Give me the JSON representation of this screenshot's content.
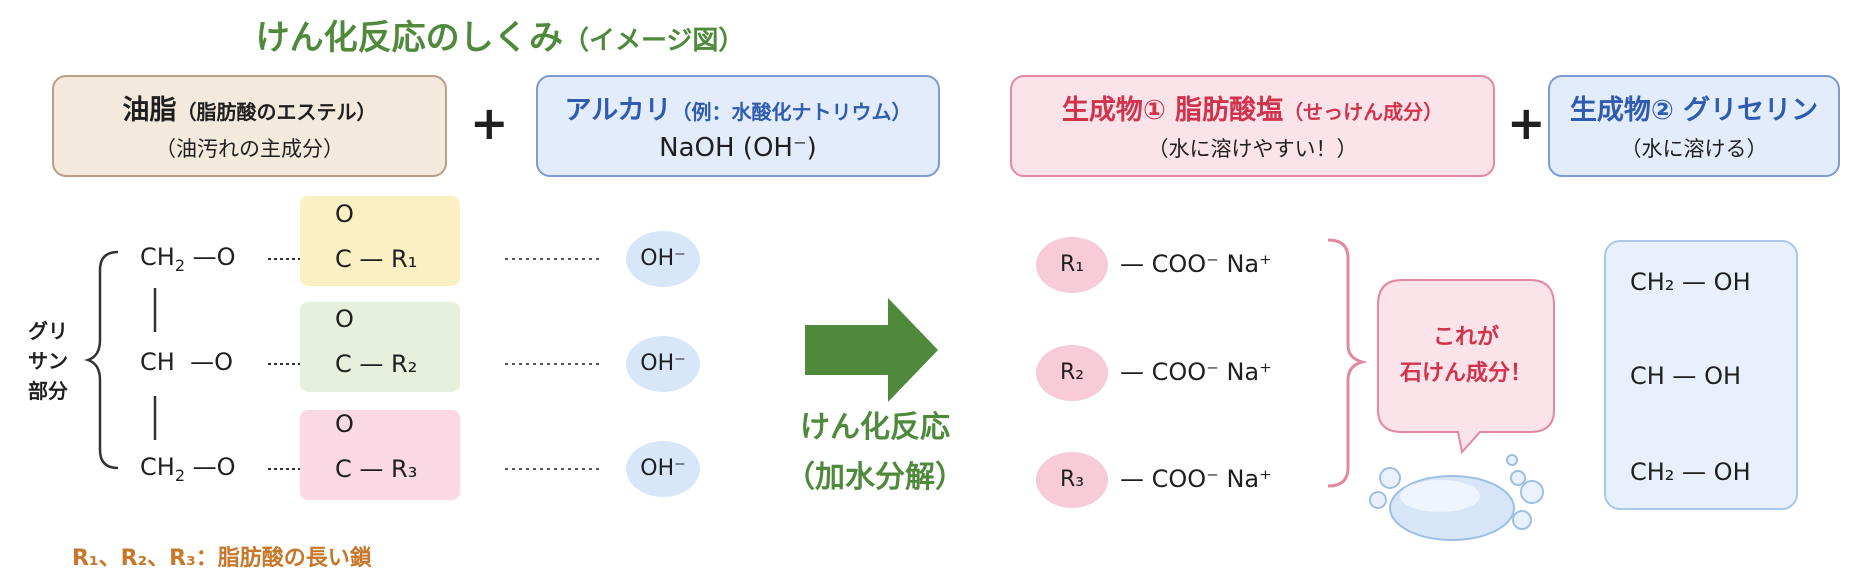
{
  "title": {
    "main": "けん化反応のしくみ",
    "sub": "（イメージ図）"
  },
  "oil_box": {
    "title": "油脂",
    "title_sub": "（脂肪酸のエステル）",
    "desc": "（油汚れの主成分）"
  },
  "alkali_box": {
    "title": "アルカリ",
    "title_sub": "（例：水酸化ナトリウム）",
    "formula": "NaOH (OH⁻)"
  },
  "product1_box": {
    "title": "生成物① 脂肪酸塩",
    "title_sub": "（せっけん成分）",
    "desc": "（水に溶けやすい！）"
  },
  "product2_box": {
    "title": "生成物② グリセリン",
    "desc": "（水に溶ける）"
  },
  "plus": "+",
  "glycerin_label_lines": [
    "グリ",
    "サン",
    "部分"
  ],
  "ester_rows": [
    {
      "left": "CH₂ —O",
      "carbonyl": "C — R₁",
      "oxygen": "O",
      "highlight": "#fbefc4",
      "oh": "OH⁻"
    },
    {
      "left": "CH —O",
      "carbonyl": "C — R₂",
      "oxygen": "O",
      "highlight": "#e6f0dc",
      "oh": "OH⁻"
    },
    {
      "left": "CH₂ —O",
      "carbonyl": "C — R₃",
      "oxygen": "O",
      "highlight": "#fad9e4",
      "oh": "OH⁻"
    }
  ],
  "reaction_label": {
    "line1": "けん化反応",
    "line2": "（加水分解）"
  },
  "soap_rows": [
    {
      "r": "R₁",
      "tail": "— COO⁻ Na⁺"
    },
    {
      "r": "R₂",
      "tail": "— COO⁻ Na⁺"
    },
    {
      "r": "R₃",
      "tail": "— COO⁻ Na⁺"
    }
  ],
  "bubble": {
    "line1": "これが",
    "line2": "石けん成分！"
  },
  "glycerin_rows": [
    "CH₂ — OH",
    "CH — OH",
    "CH₂ — OH"
  ],
  "legend": "R₁、R₂、R₃：脂肪酸の長い鎖",
  "colors": {
    "green": "#4f8a3c",
    "red": "#d1334c",
    "blue": "#2f5bb0",
    "orange": "#c7772a"
  }
}
